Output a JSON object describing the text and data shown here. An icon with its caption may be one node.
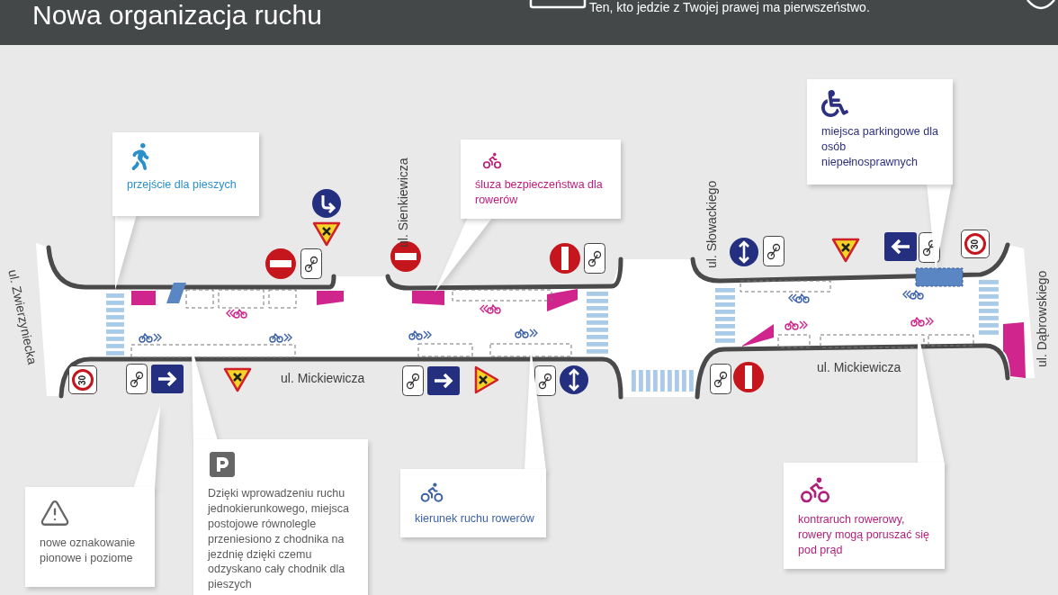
{
  "diagram": {
    "title": "Nowa organizacja ruchu",
    "nodes": [
      {
        "text": [
          "przejście dla pieszych"
        ]
      },
      {
        "text": [
          "śluza bezpieczeństwa dla rowerów"
        ]
      },
      {
        "text": [
          "miejsca parkingowe dla osób niepełnosprawnych"
        ]
      },
      {
        "text": [
          "nowe oznakowanie pionowe i poziome"
        ]
      },
      {
        "text": [
          "Dzięki wprowadzeniu ruchu jednokierunkowego, miejsca postojowe równolegle przeniesiono z chodnika na jezdnię dzięki czemu odzyskano cały chodnik dla pieszych"
        ]
      },
      {
        "text": [
          "kierunek ruchu rowerów"
        ]
      },
      {
        "text": [
          "kontraruch rowerowy, rowery mogą poruszać się pod prąd"
        ]
      }
    ],
    "edges": [
      {
        "from": 0,
        "to": null,
        "arrow": "to"
      },
      {
        "from": 1,
        "to": null,
        "arrow": "to"
      },
      {
        "from": 2,
        "to": null,
        "arrow": "to"
      },
      {
        "from": 3,
        "to": null,
        "arrow": "to"
      },
      {
        "from": 4,
        "to": null,
        "arrow": "to"
      },
      {
        "from": 5,
        "to": null,
        "arrow": "to"
      },
      {
        "from": 6,
        "to": null,
        "arrow": "to"
      }
    ],
    "labels": [
      "Ten, kto jedzie z Twojej prawej ma pierwszeństwo.",
      "ul. Zwierzyniecka",
      "ul. Sienkiewicza",
      "ul. Słowackiego",
      "ul. Mickiewicza",
      "ul. Mickiewicza",
      "ul. Dąbrowskiego",
      "30",
      "30"
    ]
  }
}
